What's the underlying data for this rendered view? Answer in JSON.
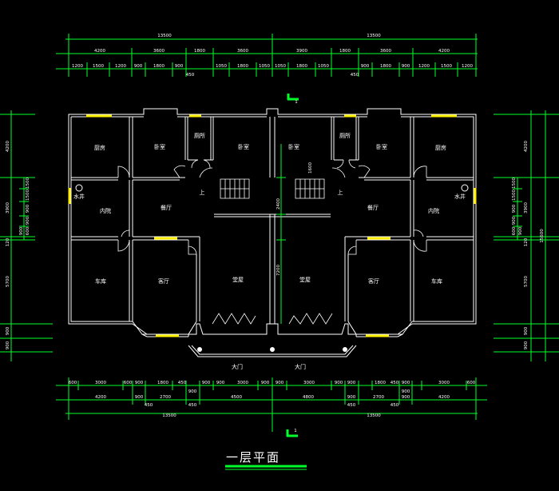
{
  "title": "一层平面",
  "section_mark": "1",
  "top_dims": {
    "overall": [
      "13500",
      "13500"
    ],
    "row2": [
      "4200",
      "3600",
      "1800",
      "3600",
      "3900",
      "1800",
      "3600",
      "4200"
    ],
    "row3": [
      "1200",
      "1500",
      "1200",
      "900",
      "1800",
      "900",
      "1050",
      "1800",
      "1050",
      "1050",
      "1800",
      "1050",
      "900",
      "1800",
      "900",
      "1200",
      "1500",
      "1200"
    ],
    "row3_small": [
      "450",
      "450"
    ]
  },
  "bottom_dims": {
    "row1": [
      "600",
      "3000",
      "600",
      "900",
      "1800",
      "450",
      "900",
      "900",
      "3000",
      "900",
      "900",
      "3000",
      "900",
      "900",
      "1800",
      "450",
      "900",
      "3000",
      "600"
    ],
    "row1_small": [
      "900",
      "900"
    ],
    "row2": [
      "4200",
      "900",
      "2700",
      "4500",
      "4800",
      "900",
      "2700",
      "900",
      "4200"
    ],
    "row2_small": [
      "450",
      "450",
      "450",
      "450"
    ],
    "overall": [
      "13500",
      "13500"
    ]
  },
  "left_dims": [
    "4200",
    "3900",
    "120",
    "5700",
    "900",
    "900"
  ],
  "left_small": [
    "1500",
    "1500",
    "900",
    "900",
    "600",
    "900"
  ],
  "right_dims": [
    "4200",
    "3900",
    "120",
    "5700",
    "900",
    "900"
  ],
  "right_small": [
    "1500",
    "1500",
    "900",
    "900",
    "600",
    "900"
  ],
  "right_overall": "15600",
  "inner_dims": [
    "1600",
    "2400",
    "7200"
  ],
  "rooms": {
    "kitchen_l": "厨房",
    "bedroom_l": "卧室",
    "bath_l": "厕所",
    "bedroom_l2": "卧室",
    "bedroom_r2": "卧室",
    "bath_r": "厕所",
    "bedroom_r": "卧室",
    "kitchen_r": "厨房",
    "water_l": "水井",
    "court_l": "内院",
    "dining_l": "餐厅",
    "up_l": "上",
    "up_r": "上",
    "dining_r": "餐厅",
    "court_r": "内院",
    "water_r": "水井",
    "garage_l": "车库",
    "living_l": "客厅",
    "hall_l": "堂屋",
    "hall_r": "堂屋",
    "living_r": "客厅",
    "garage_r": "车库",
    "entry_l": "大门",
    "entry_r": "大门"
  }
}
